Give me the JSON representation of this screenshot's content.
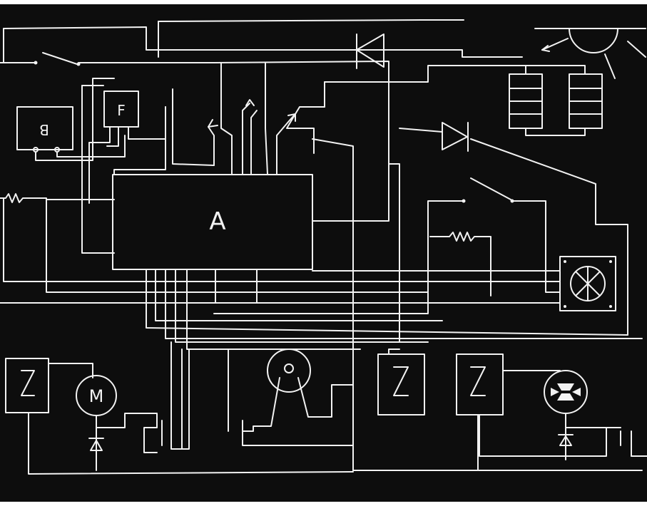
{
  "colors": {
    "board": "#0d0d0d",
    "ink": "#f2f2f2",
    "paper": "#ffffff"
  },
  "labels": {
    "controller": "A",
    "block_b": "B",
    "block_f": "F",
    "motor": "M"
  },
  "icons": {
    "light_sensor": "sun-icon",
    "fan": "fan-icon",
    "lamp": "lamp-icon",
    "pulley": "pulley-icon"
  }
}
